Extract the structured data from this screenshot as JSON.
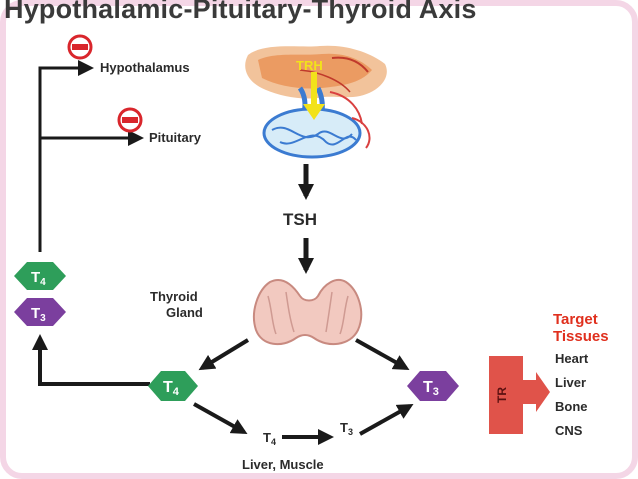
{
  "title": "Hypothalamic-Pituitary-Thyroid Axis",
  "labels": {
    "hypothalamus": "Hypothalamus",
    "pituitary": "Pituitary",
    "trh": "TRH",
    "tsh": "TSH",
    "thyroid_line1": "Thyroid",
    "thyroid_line2": "Gland",
    "liver_muscle": "Liver, Muscle",
    "tr": "TR"
  },
  "hormones": {
    "t4": "T4",
    "t3": "T3",
    "t4_base": "T",
    "t4_sub": "4",
    "t3_base": "T",
    "t3_sub": "3"
  },
  "target": {
    "title_line1": "Target",
    "title_line2": "Tissues",
    "items": [
      "Heart",
      "Liver",
      "Bone",
      "CNS"
    ]
  },
  "colors": {
    "t4_green": "#2e9e5a",
    "t3_purple": "#7b3f9e",
    "inhibit_red": "#d9262c",
    "tr_red": "#e0534a",
    "target_red": "#e0301e",
    "trh_yellow": "#f2e21a"
  },
  "icons": {
    "inhibit": "minus-circle-icon"
  }
}
